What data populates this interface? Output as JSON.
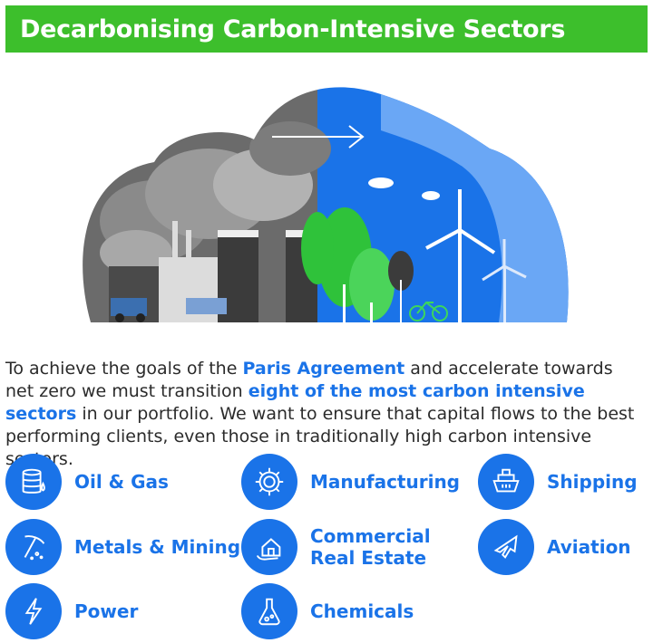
{
  "header": {
    "title": "Decarbonising Carbon-Intensive Sectors"
  },
  "intro": {
    "part1": "To achieve the goals of the ",
    "highlight1": "Paris Agreement",
    "part2": " and accelerate towards net zero we must transition ",
    "highlight2": "eight of the most carbon intensive sectors",
    "part3": " in our portfolio. We want to ensure that capital flows to the best performing clients, even those in traditionally high carbon intensive sectors."
  },
  "sectors": [
    {
      "label": "Oil & Gas",
      "icon": "oil-barrel-icon"
    },
    {
      "label": "Metals & Mining",
      "icon": "pickaxe-icon"
    },
    {
      "label": "Power",
      "icon": "lightning-icon"
    },
    {
      "label": "Manufacturing",
      "icon": "gear-icon"
    },
    {
      "label_line1": "Commercial",
      "label_line2": "Real Estate",
      "icon": "house-hand-icon"
    },
    {
      "label": "Chemicals",
      "icon": "flask-icon"
    },
    {
      "label": "Shipping",
      "icon": "ship-icon"
    },
    {
      "label": "Aviation",
      "icon": "airplane-icon"
    }
  ],
  "colors": {
    "green": "#3dbf2c",
    "blue": "#1a73e8",
    "text": "#2b2b2b"
  }
}
